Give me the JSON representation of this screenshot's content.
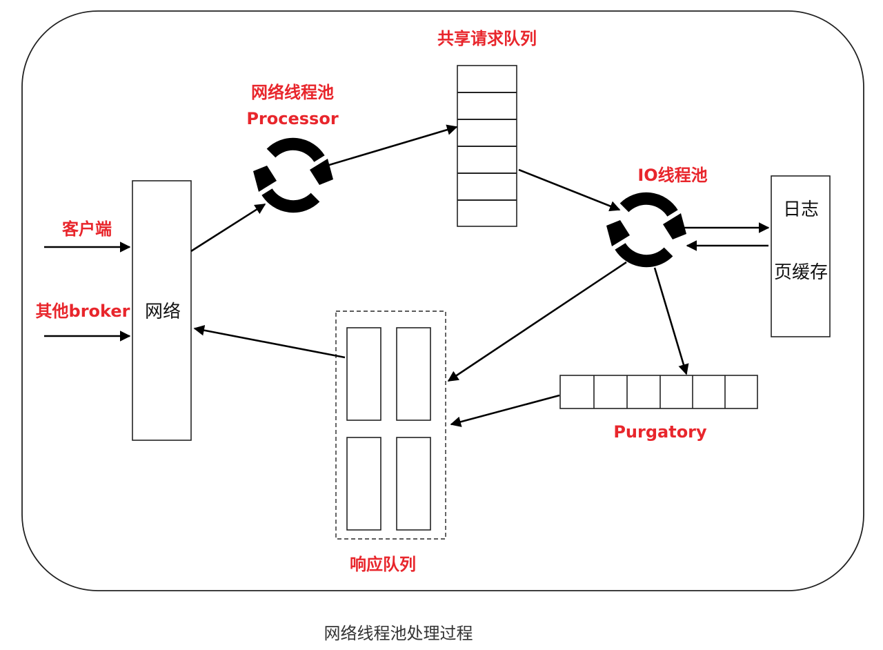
{
  "labels": {
    "shared_request_queue": "共享请求队列",
    "network_thread_pool": "网络线程池",
    "processor": "Processor",
    "io_thread_pool": "IO线程池",
    "client": "客户端",
    "other_broker": "其他broker",
    "network": "网络",
    "log": "日志",
    "page_cache": "页缓存",
    "purgatory": "Purgatory",
    "response_queue": "响应队列"
  },
  "caption": "网络线程池处理过程",
  "colors": {
    "label_red": "#e8262c",
    "stroke": "#222222"
  }
}
